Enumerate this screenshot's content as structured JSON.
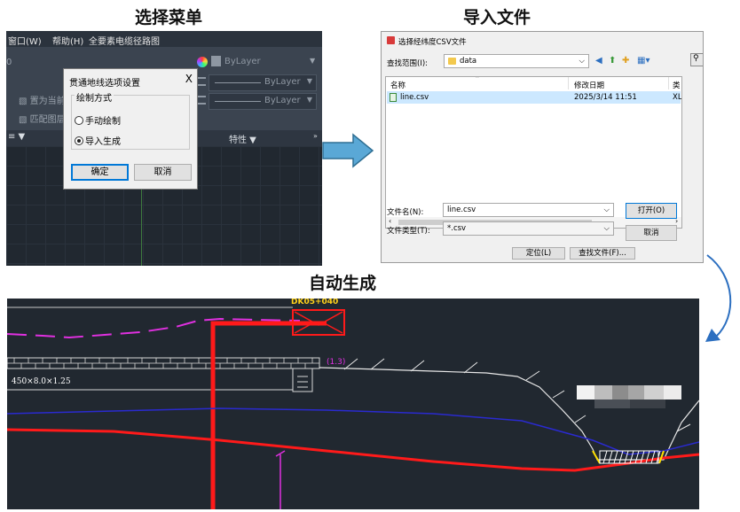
{
  "headings": {
    "select_menu": "选择菜单",
    "import_file": "导入文件",
    "auto_generate": "自动生成"
  },
  "cad_menu": {
    "menubar": [
      "窗口(W)",
      "帮助(H)",
      "全要素电缆径路图"
    ],
    "ribbon": {
      "bylayer_1": "ByLayer",
      "bylayer_2": "ByLayer",
      "bylayer_3": "ByLayer",
      "left_text_1": "置为当前",
      "left_text_2": "匹配图层",
      "panel_label": "特性 ▼",
      "leftmost_value": "0"
    },
    "dialog": {
      "title": "贯通地线选项设置",
      "close": "X",
      "group_label": "绘制方式",
      "option_manual": "手动绘制",
      "option_import": "导入生成",
      "selected": "option_import",
      "ok": "确定",
      "cancel": "取消"
    }
  },
  "file_dialog": {
    "title": "选择经纬度CSV文件",
    "look_in_label": "查找范围(I):",
    "look_in_value": "data",
    "columns": [
      "名称",
      "修改日期",
      "类"
    ],
    "files": [
      {
        "name": "line.csv",
        "modified": "2025/3/14 11:51",
        "type": "XL"
      }
    ],
    "filename_label": "文件名(N):",
    "filename_value": "line.csv",
    "filetype_label": "文件类型(T):",
    "filetype_value": "*.csv",
    "open_button": "打开(O)",
    "cancel_button": "取消",
    "locate_button": "定位(L)",
    "find_button": "查找文件(F)..."
  },
  "drawing": {
    "cable_spec": "450×8.0×1.25",
    "box_label": "DK05+040",
    "small_label": "(1.3)"
  },
  "colors": {
    "cad_bg": "#212830",
    "cable_red": "#ff1a1a",
    "magenta": "#e030e0",
    "blue_line": "#2a2ad0",
    "arrow_fill": "#5aa8d6",
    "selection": "#cce8ff"
  }
}
